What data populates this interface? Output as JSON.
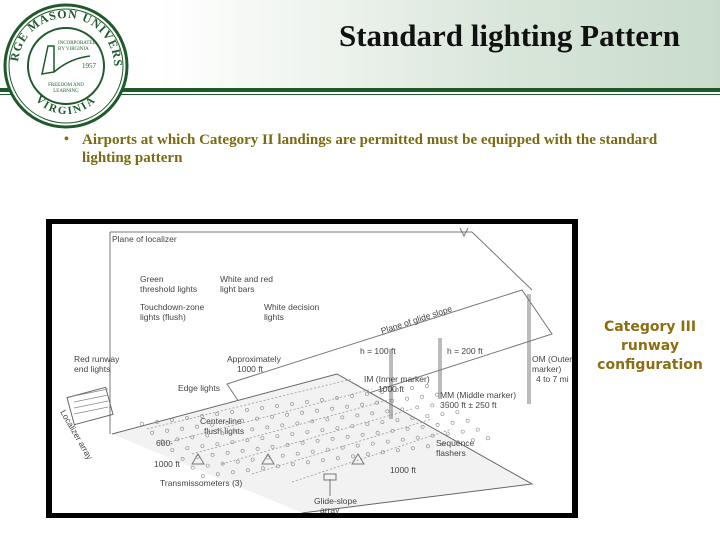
{
  "slide": {
    "title": "Standard lighting Pattern",
    "bullet": "Airports at which Category II landings are permitted must be equipped with the standard lighting pattern",
    "caption_lines": [
      "Category III",
      "runway",
      "configuration"
    ]
  },
  "seal": {
    "top_text": "GEORGE MASON UNIVERSITY",
    "bottom_text": "VIRGINIA",
    "inner_text_1": "INCORPORATED",
    "inner_text_2": "BY VIRGINIA",
    "year": "1957",
    "motto_1": "FREEDOM AND",
    "motto_2": "LEARNING"
  },
  "figure": {
    "labels": {
      "plane_localizer": "Plane of localizer",
      "green": "Green",
      "threshold_lights": "threshold lights",
      "white_red": "White and red",
      "light_bars": "light bars",
      "touchdown": "Touchdown-zone",
      "lights_flush": "lights (flush)",
      "white_decision": "White decision",
      "lights": "lights",
      "plane_glide": "Plane of glide slope",
      "h100": "h = 100 ft",
      "h200": "h = 200 ft",
      "red_runway": "Red runway",
      "end_lights": "end lights",
      "approx": "Approximately",
      "approx_dist": "1000 ft",
      "edge_lights": "Edge lights",
      "im_1": "IM (Inner marker)",
      "im_2": "1000 ft",
      "mm_1": "MM (Middle marker)",
      "mm_2": "3500 ft ± 250 ft",
      "om_1": "OM (Outer",
      "om_2": "marker)",
      "om_3": "4 to 7 mi",
      "centerline": "Center-line",
      "flush_lights": "flush lights",
      "d600": "600-",
      "d1000": "1000 ft",
      "sequence": "Sequence",
      "flashers": "flashers",
      "seq_dist": "1000 ft",
      "localizer_array": "Localizer array",
      "transmissometers": "Transmissometers (3)",
      "glide_slope_1": "Glide-slope",
      "glide_slope_2": "array"
    }
  },
  "colors": {
    "accent_green": "#1f5a2c",
    "text_gold": "#7a6a10",
    "caption_gold": "#8c6d10"
  }
}
